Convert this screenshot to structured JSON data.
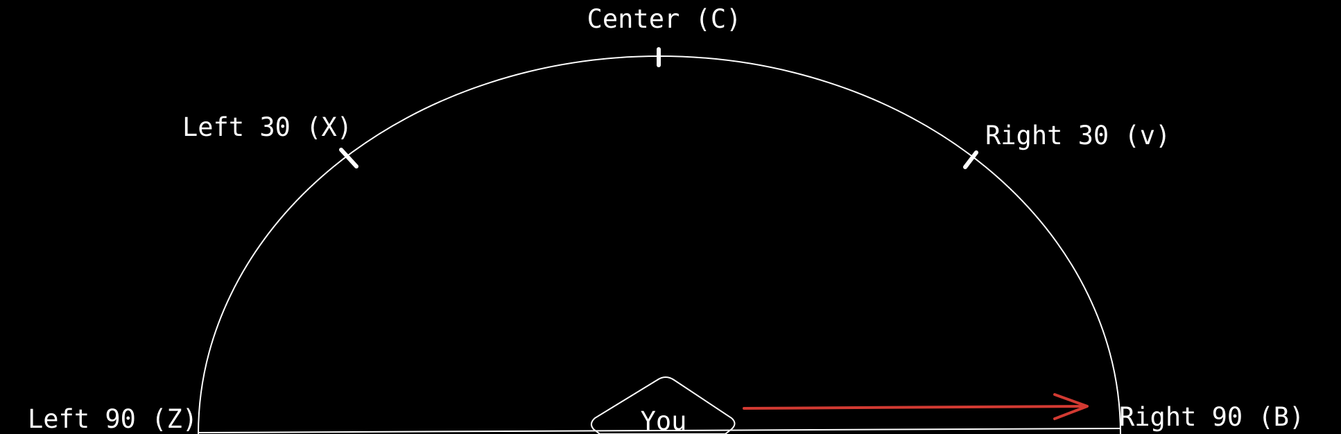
{
  "labels": {
    "center": "Center (C)",
    "left_30": "Left 30 (X)",
    "right_30": "Right 30 (v)",
    "left_90": "Left 90 (Z)",
    "right_90": "Right 90 (B)",
    "you": "You"
  },
  "colors": {
    "background": "#000000",
    "stroke": "#ffffff",
    "arrow": "#d23a32"
  }
}
